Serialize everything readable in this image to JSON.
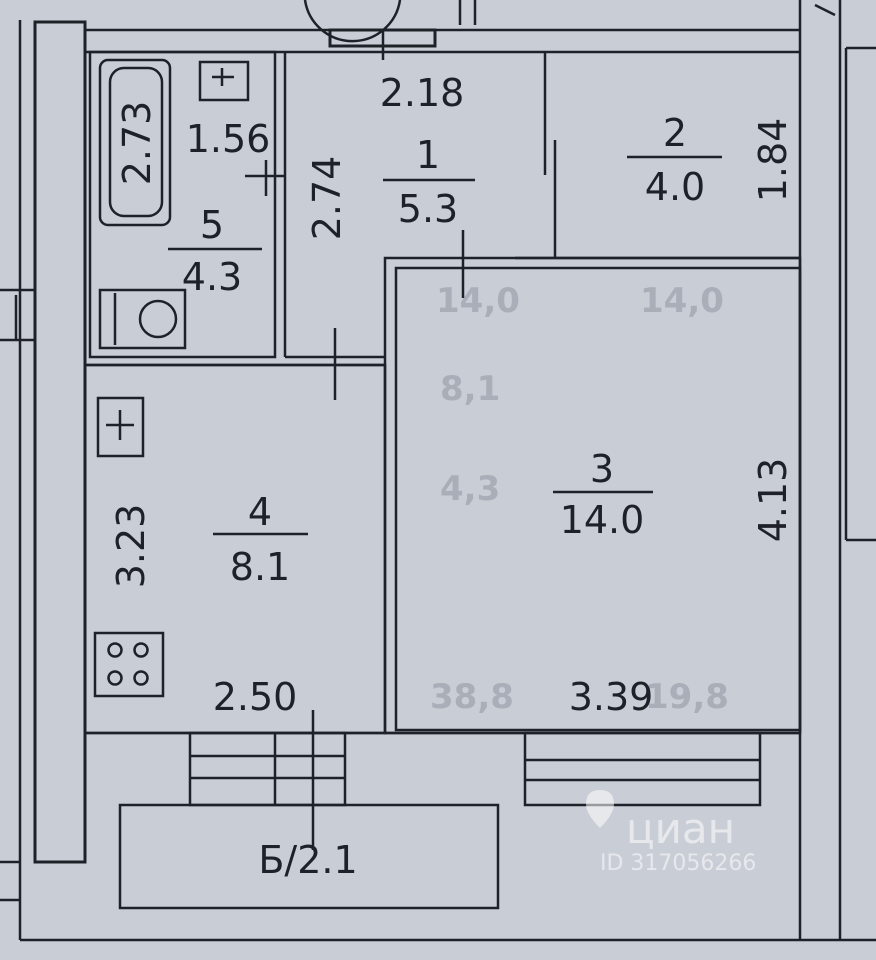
{
  "rooms": [
    {
      "number": "1",
      "area": "5.3"
    },
    {
      "number": "2",
      "area": "4.0"
    },
    {
      "number": "3",
      "area": "14.0"
    },
    {
      "number": "4",
      "area": "8.1"
    },
    {
      "number": "5",
      "area": "4.3"
    }
  ],
  "balcony": {
    "label": "Б/2.1"
  },
  "dimensions": {
    "d_218": "2.18",
    "d_156": "1.56",
    "d_273": "2.73",
    "d_274": "2.74",
    "d_184": "1.84",
    "d_323": "3.23",
    "d_413": "4.13",
    "d_250": "2.50",
    "d_339": "3.39"
  },
  "ghost_text": [
    "14,0",
    "14,0",
    "8,1",
    "4,3",
    "38,8",
    "19,8"
  ],
  "watermark": {
    "brand": "циан",
    "id": "ID 317056266"
  },
  "icons": [
    "bathtub-icon",
    "sink-icon",
    "toilet-icon",
    "stove-icon",
    "door-icon"
  ]
}
